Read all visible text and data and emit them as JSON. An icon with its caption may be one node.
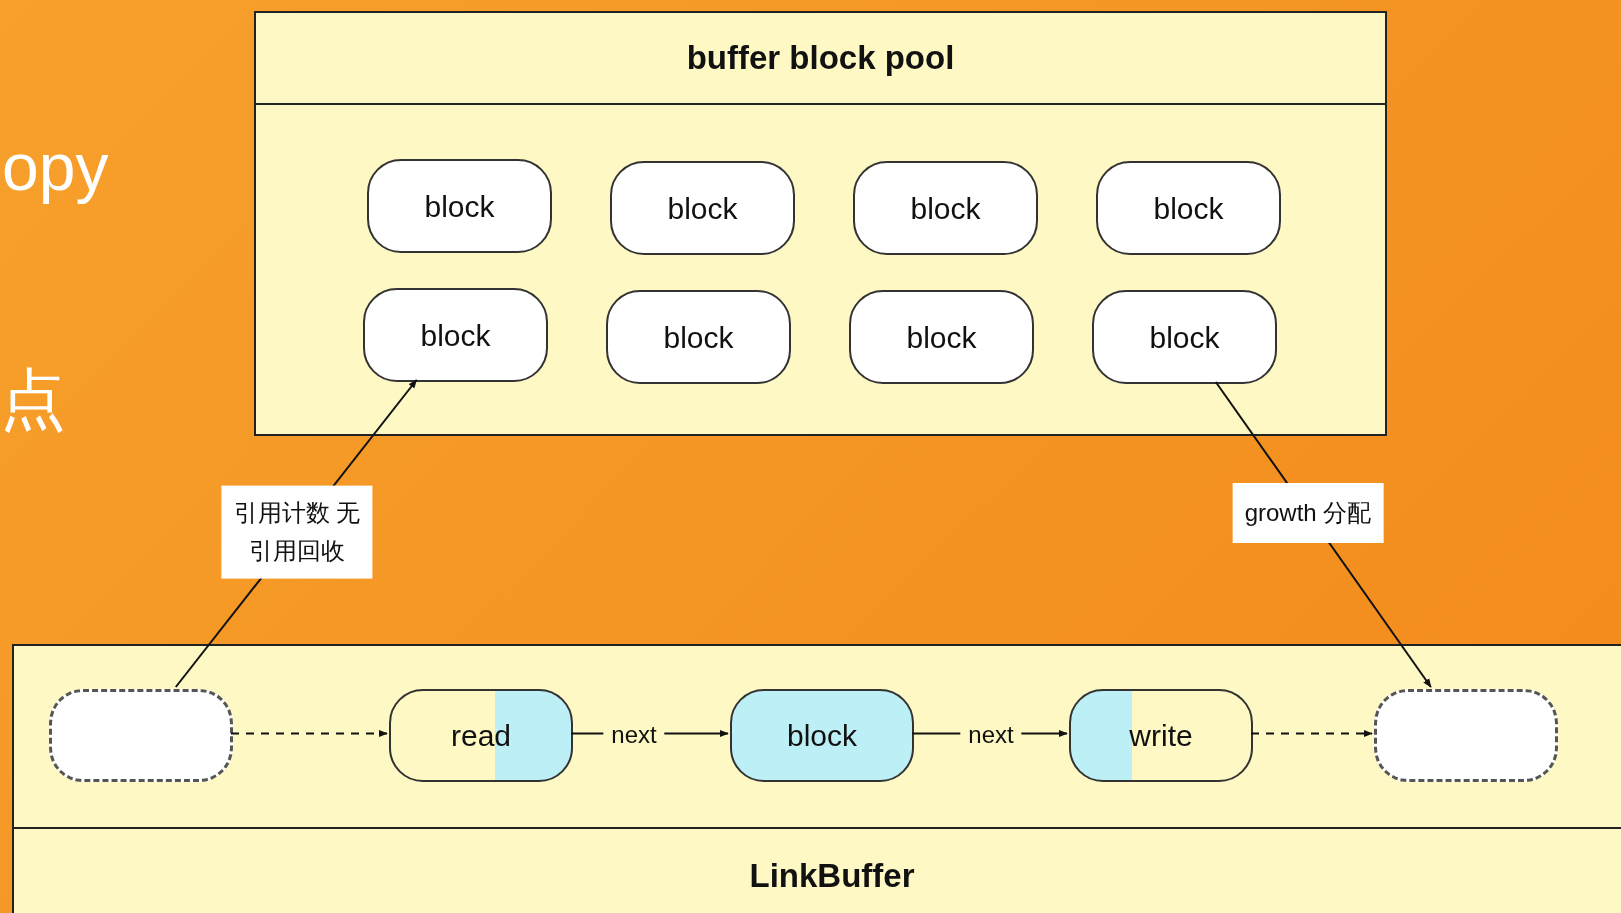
{
  "diagram": {
    "nodes": [
      {
        "text": [
          "buffer block pool"
        ]
      },
      {
        "text": [
          "block"
        ],
        "in": 0
      },
      {
        "text": [
          "block"
        ],
        "in": 0
      },
      {
        "text": [
          "block"
        ],
        "in": 0
      },
      {
        "text": [
          "block"
        ],
        "in": 0
      },
      {
        "text": [
          "block"
        ],
        "in": 0
      },
      {
        "text": [
          "block"
        ],
        "in": 0
      },
      {
        "text": [
          "block"
        ],
        "in": 0
      },
      {
        "text": [
          "block"
        ],
        "in": 0
      },
      {
        "text": [
          "LinkBuffer"
        ]
      },
      {
        "text": [],
        "shape": "box",
        "in": 9
      },
      {
        "text": [
          "read"
        ],
        "in": 9
      },
      {
        "text": [
          "block"
        ],
        "in": 9
      },
      {
        "text": [
          "write"
        ],
        "in": 9
      },
      {
        "text": [],
        "shape": "box",
        "in": 9
      }
    ],
    "edges": [
      {
        "from": 10,
        "to": 11,
        "arrow": "to",
        "style": "dashed"
      },
      {
        "from": 11,
        "to": 12,
        "arrow": "to",
        "label": "next"
      },
      {
        "from": 12,
        "to": 13,
        "arrow": "to",
        "label": "next"
      },
      {
        "from": 13,
        "to": 14,
        "arrow": "to",
        "style": "dashed"
      },
      {
        "from": 10,
        "to": 5,
        "arrow": "to",
        "label": "引用计数 无引用回收"
      },
      {
        "from": 8,
        "to": 14,
        "arrow": "to",
        "label": "growth 分配"
      }
    ],
    "labels": [
      "opy",
      "点"
    ]
  }
}
